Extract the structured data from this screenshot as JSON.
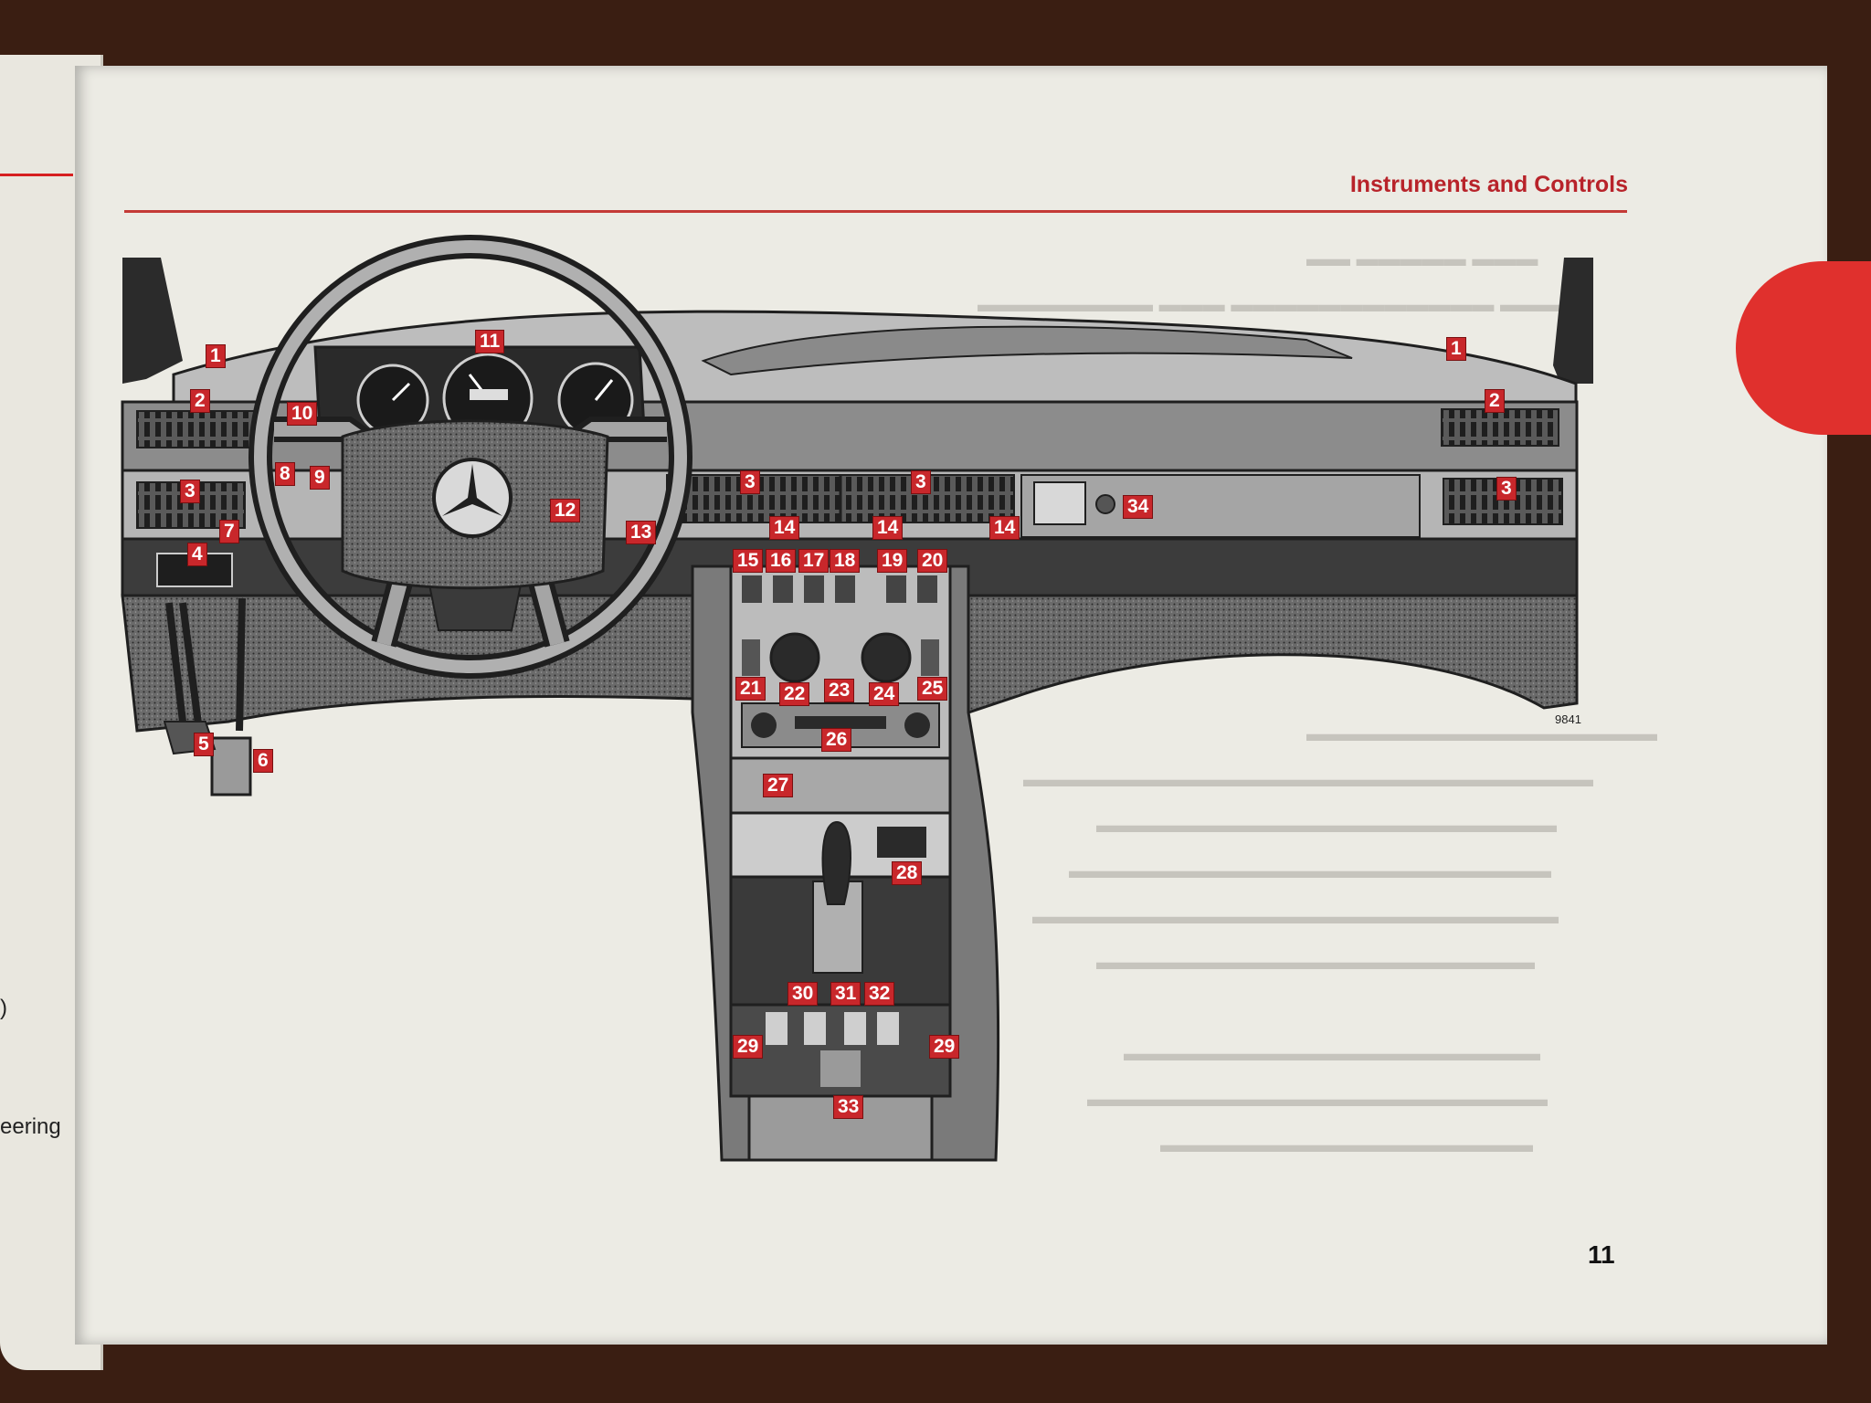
{
  "page": {
    "title": "Instruments and Controls",
    "number": "11",
    "figure_number": "9841"
  },
  "left_page_fragments": [
    ")",
    "eering"
  ],
  "callouts": [
    "1",
    "1",
    "2",
    "2",
    "3",
    "3",
    "3",
    "3",
    "4",
    "5",
    "6",
    "7",
    "8",
    "9",
    "10",
    "11",
    "12",
    "13",
    "14",
    "14",
    "14",
    "15",
    "16",
    "17",
    "18",
    "19",
    "20",
    "21",
    "22",
    "23",
    "24",
    "25",
    "26",
    "27",
    "28",
    "29",
    "29",
    "30",
    "31",
    "32",
    "33",
    "34"
  ],
  "colors": {
    "accent": "#c8272b",
    "paper": "#ecebe4",
    "ink": "#1f1f1f",
    "tab": "#e0302d"
  }
}
